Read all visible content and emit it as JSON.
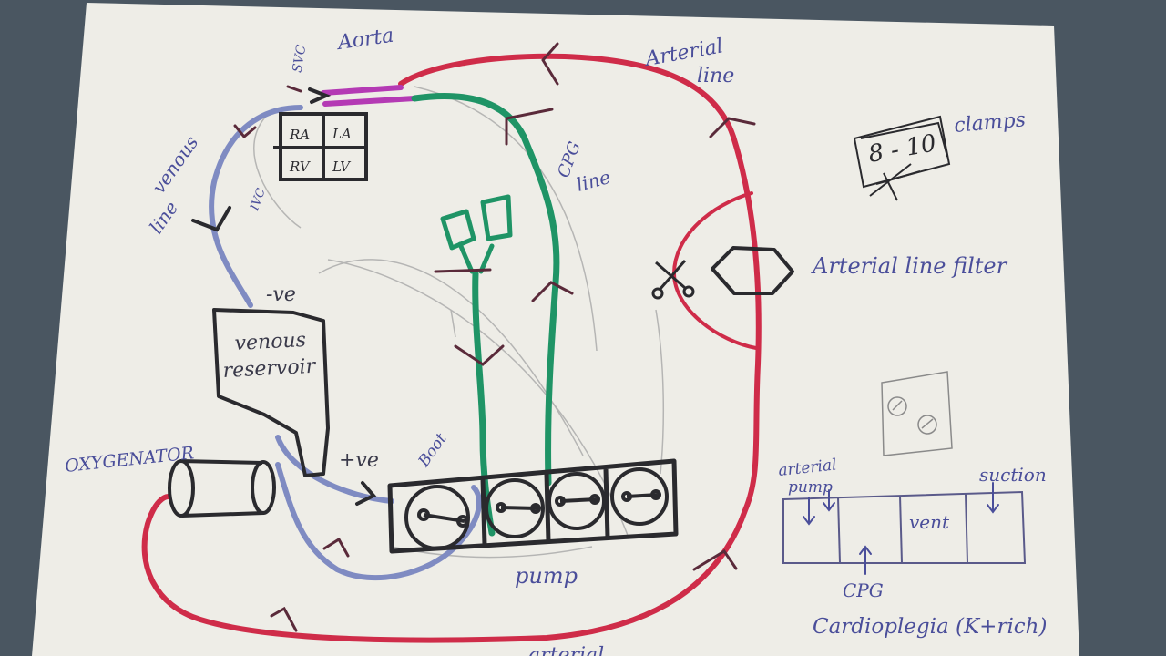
{
  "labels": {
    "svc": "SVC",
    "aorta": "Aorta",
    "ra": "RA",
    "la": "LA",
    "rv": "RV",
    "lv": "LV",
    "ivc": "IVC",
    "venous_line": [
      "venous",
      "line"
    ],
    "arterial_line": [
      "Arterial",
      "line"
    ],
    "cpg_line": [
      "CPG",
      "line"
    ],
    "clamps_count": "8 - 10",
    "clamps": "clamps",
    "arterial_line_filter": "Arterial line filter",
    "negative": "-ve",
    "positive": "+ve",
    "venous_reservoir": [
      "venous",
      "reservoir"
    ],
    "oxygenator": "OXYGENATOR",
    "boot": "Boot",
    "pump": "pump",
    "arterial_pump": [
      "arterial",
      "pump"
    ],
    "suction": "suction",
    "vent": "vent",
    "cpg": "CPG",
    "cardioplegia": "Cardioplegia (K+rich)",
    "bottom_cut": "arterial"
  },
  "colors": {
    "background": "#4a5661",
    "paper": "#eeede7",
    "arterial": "#cf2c49",
    "venous": "#7f8bc2",
    "cpg": "#1f9466",
    "aorta_cannula": "#b43ab4",
    "ink": "#2a2a2e",
    "pen_text": "#4a4e9a",
    "clamp": "#5a2a3a",
    "pencil": "#a8a8a8"
  }
}
